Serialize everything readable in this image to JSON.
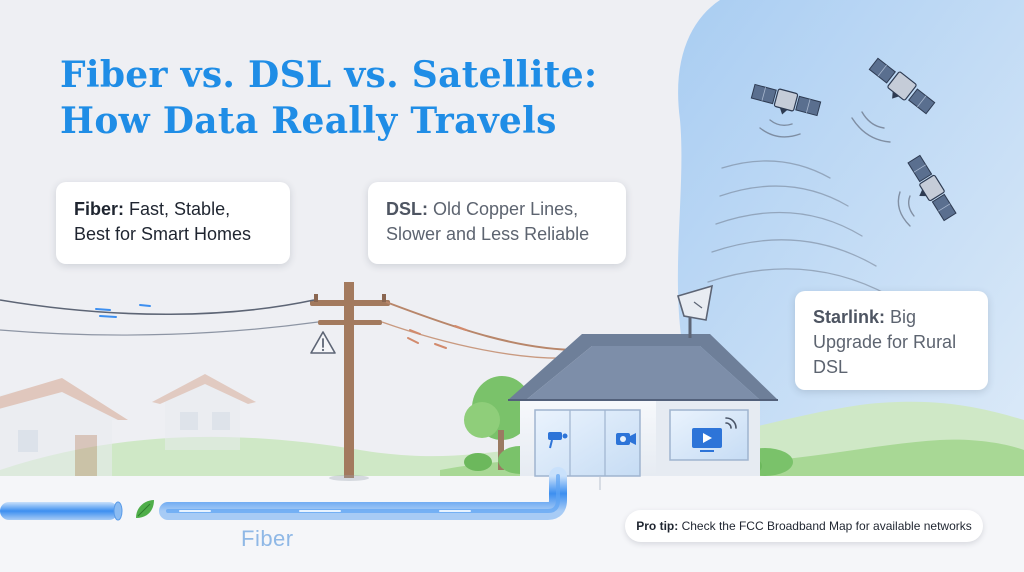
{
  "title": {
    "line1": "Fiber vs. DSL vs. Satellite:",
    "line2": "How Data Really Travels"
  },
  "cards": {
    "fiber": {
      "label": "Fiber:",
      "line1": "Fast, Stable,",
      "line2": "Best for Smart Homes"
    },
    "dsl": {
      "label": "DSL:",
      "line1": "Old Copper Lines,",
      "line2": "Slower and Less Reliable"
    },
    "starlink": {
      "label": "Starlink:",
      "line1": "Big",
      "line2": "Upgrade for Rural",
      "line3": "DSL"
    }
  },
  "pro_tip": {
    "label": "Pro tip:",
    "text": "Check the FCC Broadband Map for available networks"
  },
  "fiber_label": "Fiber",
  "icons": [
    "satellite-icon",
    "signal-waves-icon",
    "warning-icon",
    "security-camera-icon",
    "video-camera-icon",
    "smart-tv-icon",
    "wifi-icon",
    "leaf-icon",
    "satellite-dish-icon"
  ],
  "colors": {
    "title": "#1f8de6",
    "fiber_glow": "#3d8ff0",
    "copper": "#b8866a",
    "sky": "#c9dff5",
    "grass": "#8fce7a"
  }
}
